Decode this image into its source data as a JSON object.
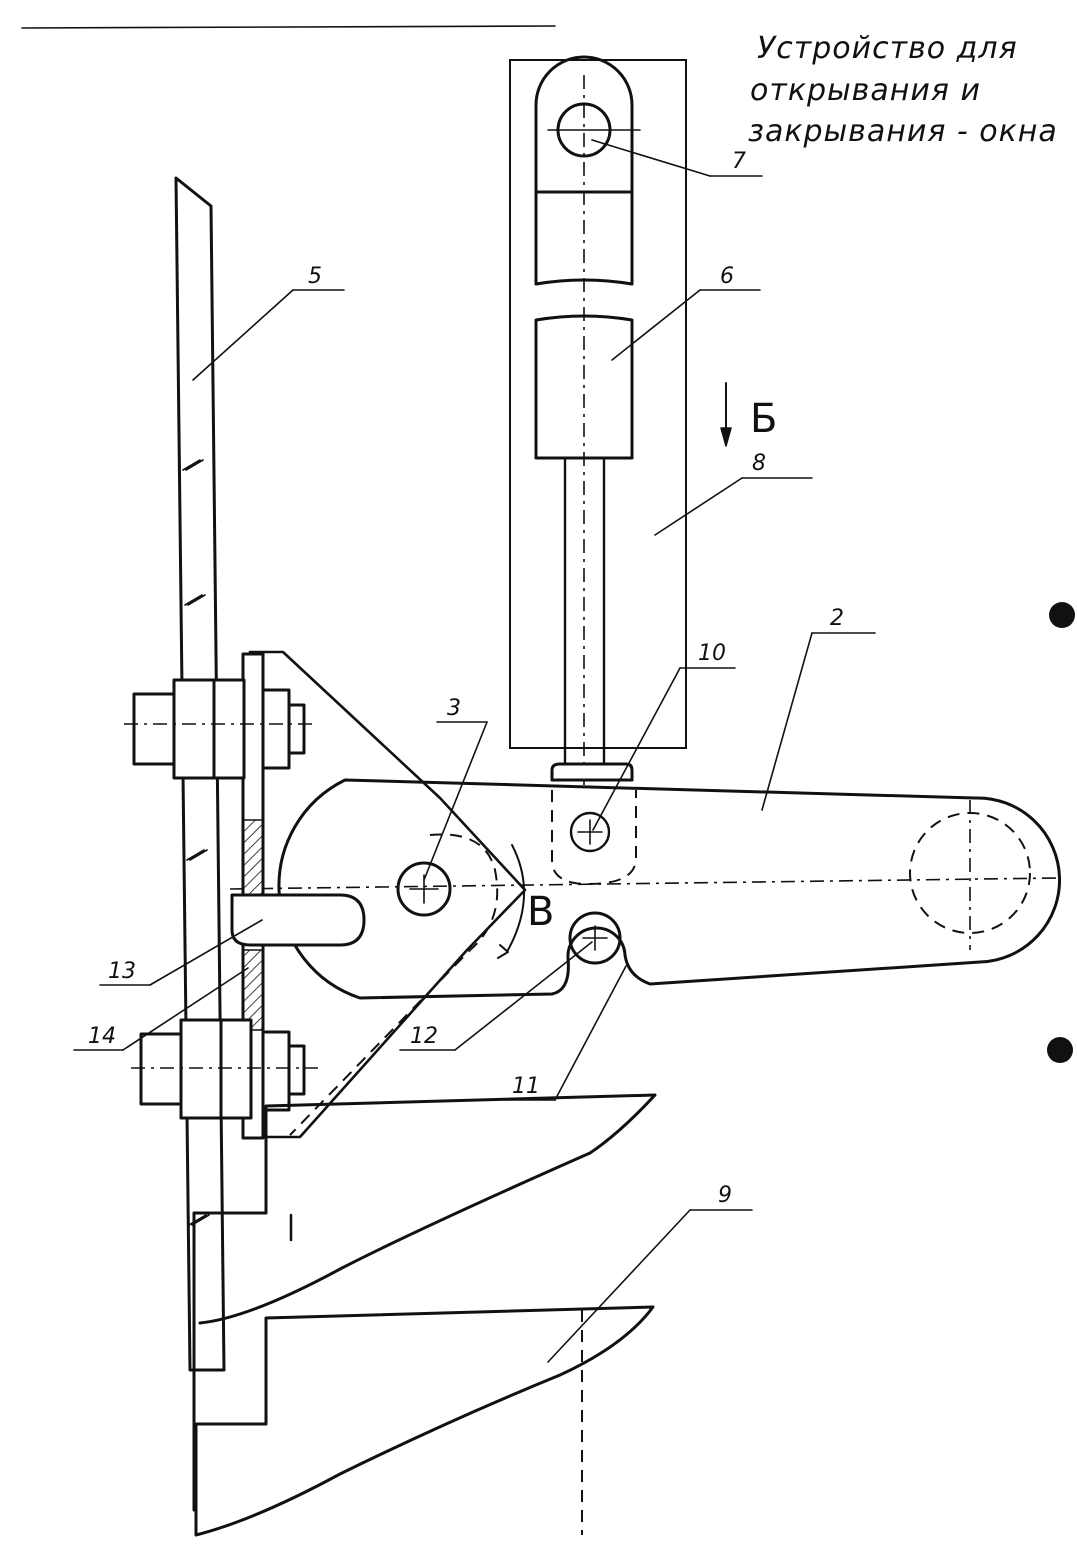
{
  "title": {
    "line1": "Устройство для",
    "line2": "открывания и",
    "line3": "закрывания - окна"
  },
  "labels": {
    "l2": "2",
    "l3": "3",
    "l5": "5",
    "l6": "6",
    "l7": "7",
    "l8": "8",
    "l9": "9",
    "l10": "10",
    "l11": "11",
    "l12": "12",
    "l13": "13",
    "l14": "14",
    "view_b": "Б",
    "view_v": "В"
  }
}
